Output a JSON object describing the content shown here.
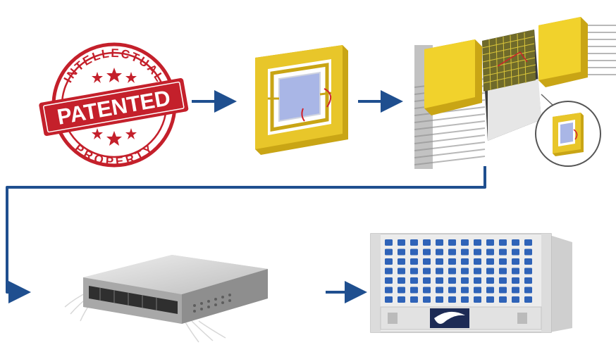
{
  "stamp": {
    "text_top": "INTELLECTUAL",
    "text_center": "PATENTED",
    "text_bottom": "PROPERTY",
    "color": "#c4202b"
  },
  "colors": {
    "arrow": "#1f4f8f",
    "frame_yellow": "#e8c62a",
    "mirror_blue": "#a9b6e6",
    "port_blue": "#2f63b8"
  },
  "icons": {
    "stamp": "patent-stamp-icon",
    "mems": "mems-mirror-icon",
    "array": "mirror-array-icon",
    "switch": "optical-switch-unit-icon",
    "rack": "rack-chassis-icon"
  }
}
